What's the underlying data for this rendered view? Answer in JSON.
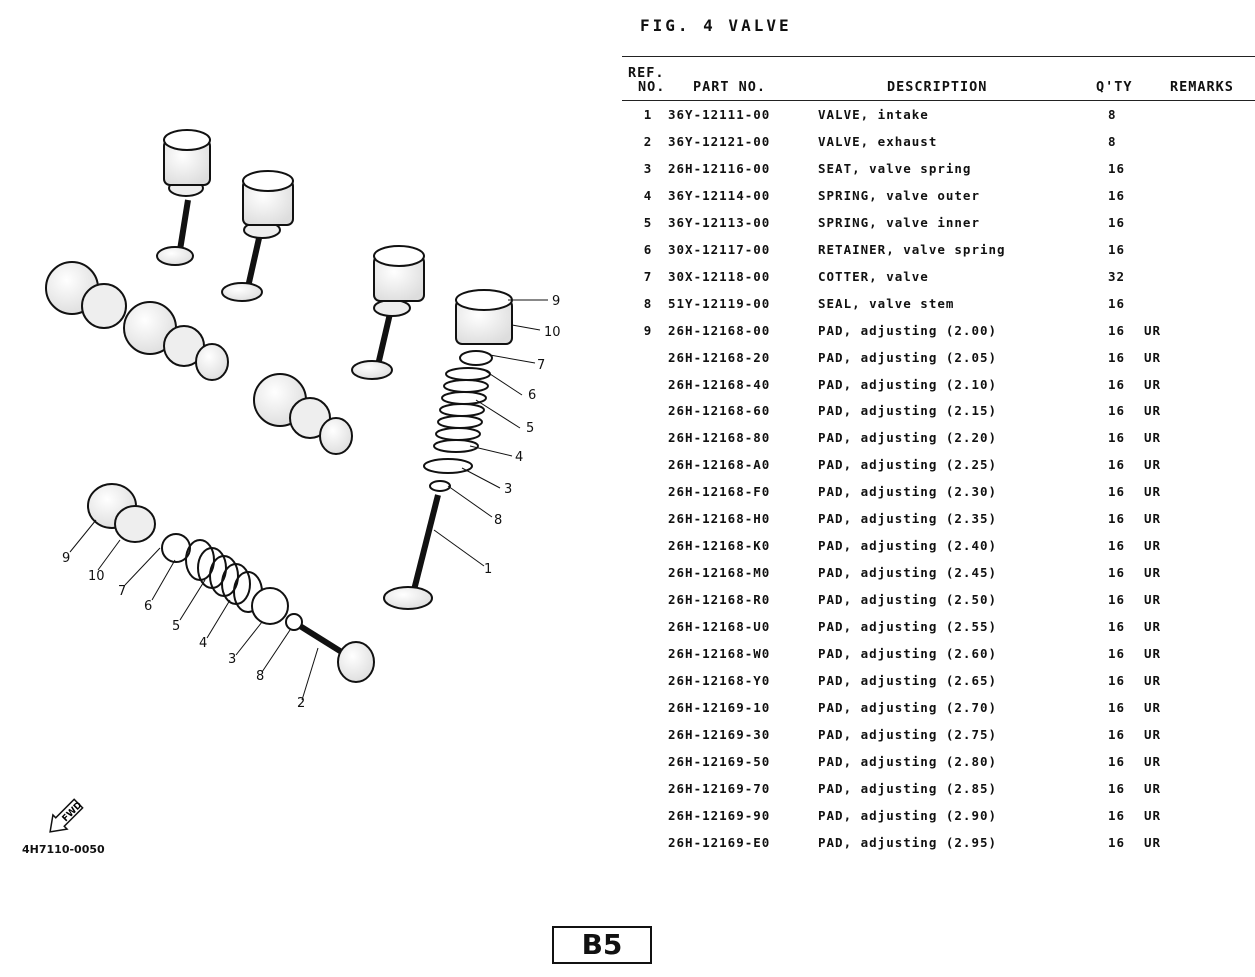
{
  "figure": {
    "title": "FIG. 4  VALVE"
  },
  "table": {
    "headers": {
      "ref_line1": "REF.",
      "ref_line2": "NO.",
      "part": "PART NO.",
      "desc": "DESCRIPTION",
      "qty": "Q'TY",
      "remarks": "REMARKS"
    },
    "rows": [
      {
        "ref": "1",
        "part": "36Y-12111-00",
        "desc": "VALVE, intake",
        "qty": "8",
        "rem": ""
      },
      {
        "ref": "2",
        "part": "36Y-12121-00",
        "desc": "VALVE, exhaust",
        "qty": "8",
        "rem": ""
      },
      {
        "ref": "3",
        "part": "26H-12116-00",
        "desc": "SEAT, valve spring",
        "qty": "16",
        "rem": ""
      },
      {
        "ref": "4",
        "part": "36Y-12114-00",
        "desc": "SPRING, valve outer",
        "qty": "16",
        "rem": ""
      },
      {
        "ref": "5",
        "part": "36Y-12113-00",
        "desc": "SPRING, valve inner",
        "qty": "16",
        "rem": ""
      },
      {
        "ref": "6",
        "part": "30X-12117-00",
        "desc": "RETAINER, valve spring",
        "qty": "16",
        "rem": ""
      },
      {
        "ref": "7",
        "part": "30X-12118-00",
        "desc": "COTTER, valve",
        "qty": "32",
        "rem": ""
      },
      {
        "ref": "8",
        "part": "51Y-12119-00",
        "desc": "SEAL, valve stem",
        "qty": "16",
        "rem": ""
      },
      {
        "ref": "9",
        "part": "26H-12168-00",
        "desc": "PAD, adjusting (2.00)",
        "qty": "16",
        "rem": "UR"
      },
      {
        "ref": "",
        "part": "26H-12168-20",
        "desc": "PAD, adjusting (2.05)",
        "qty": "16",
        "rem": "UR"
      },
      {
        "ref": "",
        "part": "26H-12168-40",
        "desc": "PAD, adjusting (2.10)",
        "qty": "16",
        "rem": "UR"
      },
      {
        "ref": "",
        "part": "26H-12168-60",
        "desc": "PAD, adjusting (2.15)",
        "qty": "16",
        "rem": "UR"
      },
      {
        "ref": "",
        "part": "26H-12168-80",
        "desc": "PAD, adjusting (2.20)",
        "qty": "16",
        "rem": "UR"
      },
      {
        "ref": "",
        "part": "26H-12168-A0",
        "desc": "PAD, adjusting (2.25)",
        "qty": "16",
        "rem": "UR"
      },
      {
        "ref": "",
        "part": "26H-12168-F0",
        "desc": "PAD, adjusting (2.30)",
        "qty": "16",
        "rem": "UR"
      },
      {
        "ref": "",
        "part": "26H-12168-H0",
        "desc": "PAD, adjusting (2.35)",
        "qty": "16",
        "rem": "UR"
      },
      {
        "ref": "",
        "part": "26H-12168-K0",
        "desc": "PAD, adjusting (2.40)",
        "qty": "16",
        "rem": "UR"
      },
      {
        "ref": "",
        "part": "26H-12168-M0",
        "desc": "PAD, adjusting (2.45)",
        "qty": "16",
        "rem": "UR"
      },
      {
        "ref": "",
        "part": "26H-12168-R0",
        "desc": "PAD, adjusting (2.50)",
        "qty": "16",
        "rem": "UR"
      },
      {
        "ref": "",
        "part": "26H-12168-U0",
        "desc": "PAD, adjusting (2.55)",
        "qty": "16",
        "rem": "UR"
      },
      {
        "ref": "",
        "part": "26H-12168-W0",
        "desc": "PAD, adjusting (2.60)",
        "qty": "16",
        "rem": "UR"
      },
      {
        "ref": "",
        "part": "26H-12168-Y0",
        "desc": "PAD, adjusting (2.65)",
        "qty": "16",
        "rem": "UR"
      },
      {
        "ref": "",
        "part": "26H-12169-10",
        "desc": "PAD, adjusting (2.70)",
        "qty": "16",
        "rem": "UR"
      },
      {
        "ref": "",
        "part": "26H-12169-30",
        "desc": "PAD, adjusting (2.75)",
        "qty": "16",
        "rem": "UR"
      },
      {
        "ref": "",
        "part": "26H-12169-50",
        "desc": "PAD, adjusting (2.80)",
        "qty": "16",
        "rem": "UR"
      },
      {
        "ref": "",
        "part": "26H-12169-70",
        "desc": "PAD, adjusting (2.85)",
        "qty": "16",
        "rem": "UR"
      },
      {
        "ref": "",
        "part": "26H-12169-90",
        "desc": "PAD, adjusting (2.90)",
        "qty": "16",
        "rem": "UR"
      },
      {
        "ref": "",
        "part": "26H-12169-E0",
        "desc": "PAD, adjusting (2.95)",
        "qty": "16",
        "rem": "UR"
      }
    ]
  },
  "diagram": {
    "callouts": [
      "9",
      "10",
      "7",
      "6",
      "5",
      "4",
      "3",
      "8",
      "1",
      "9",
      "10",
      "7",
      "6",
      "5",
      "4",
      "3",
      "8",
      "2"
    ],
    "fwd_label": "FWD"
  },
  "footer": {
    "part_code": "4H7110-0050",
    "page": "B5"
  }
}
